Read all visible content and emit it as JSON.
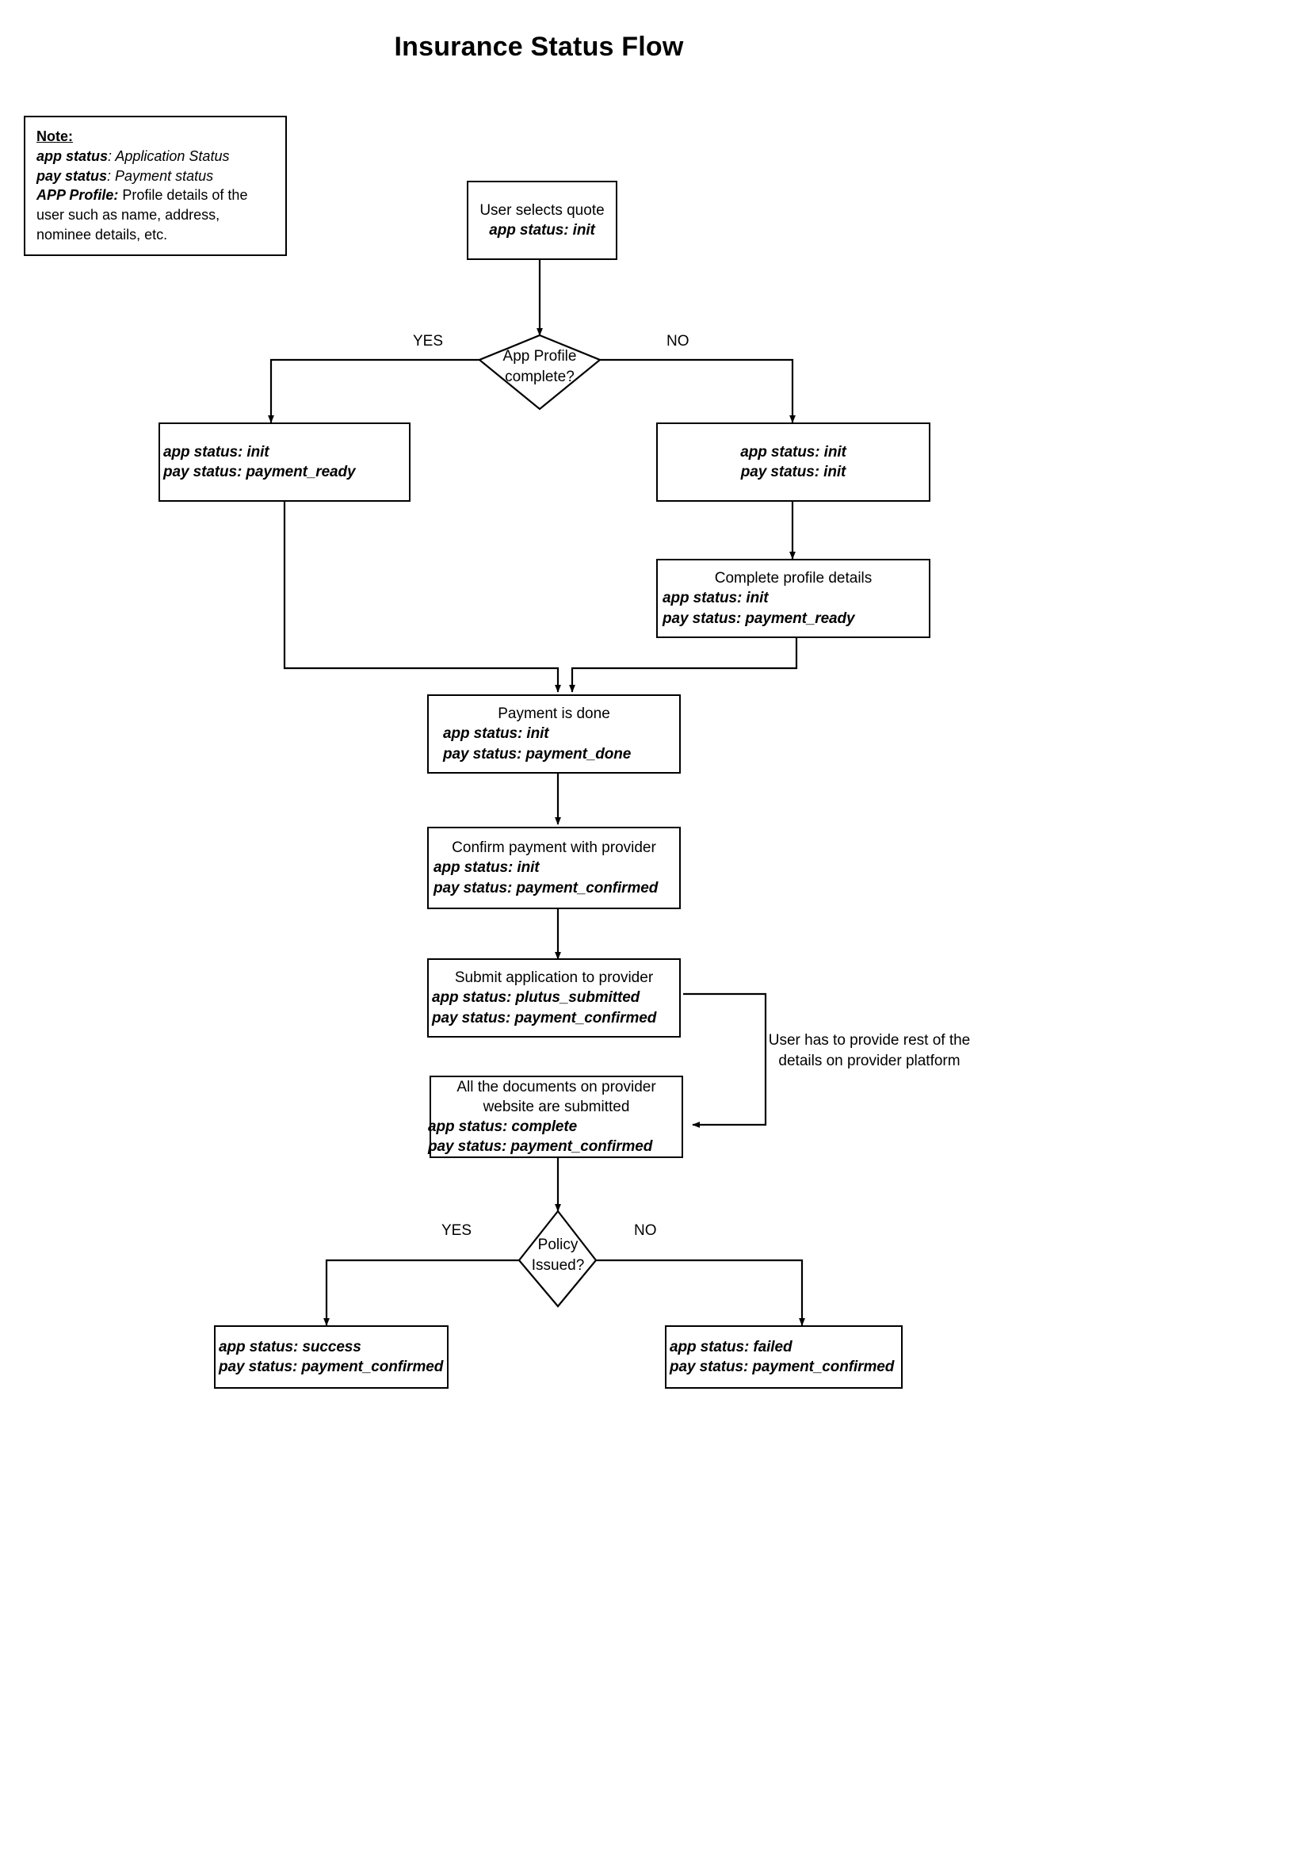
{
  "title": "Insurance Status Flow",
  "note": {
    "heading": "Note:",
    "lines": [
      {
        "term": "app status",
        "def": ": Application Status",
        "def_italic": true
      },
      {
        "term": "pay status",
        "def": ": Payment status",
        "def_italic": true
      },
      {
        "term": "APP Profile:",
        "def": " Profile details of the user such as name, address, nominee details, etc.",
        "def_italic": false
      }
    ]
  },
  "nodes": {
    "user_selects_quote": {
      "lines": [
        "User selects quote",
        "app status: init"
      ],
      "kinds": [
        "plain",
        "status"
      ]
    },
    "app_profile_complete": {
      "lines": [
        "App Profile",
        "complete?"
      ],
      "kinds": [
        "plain",
        "plain"
      ]
    },
    "yes_branch_ready": {
      "lines": [
        "app status: init",
        "pay status: payment_ready"
      ],
      "kinds": [
        "status",
        "status"
      ]
    },
    "no_branch_init": {
      "lines": [
        "app status: init",
        "pay status: init"
      ],
      "kinds": [
        "status",
        "status"
      ]
    },
    "complete_profile_details": {
      "lines": [
        "Complete profile details",
        "app status: init",
        "pay status: payment_ready"
      ],
      "kinds": [
        "plain",
        "status",
        "status"
      ]
    },
    "payment_is_done": {
      "lines": [
        "Payment is done",
        "app status: init",
        "pay status: payment_done"
      ],
      "kinds": [
        "plain",
        "status",
        "status"
      ]
    },
    "confirm_payment": {
      "lines": [
        "Confirm payment with provider",
        "app status: init",
        "pay status: payment_confirmed"
      ],
      "kinds": [
        "plain",
        "status",
        "status"
      ]
    },
    "submit_application": {
      "lines": [
        "Submit application to provider",
        "app status: plutus_submitted",
        "pay status: payment_confirmed"
      ],
      "kinds": [
        "plain",
        "status",
        "status"
      ]
    },
    "documents_submitted": {
      "lines": [
        "All the documents on provider",
        "website are submitted",
        "app status: complete",
        "pay status: payment_confirmed"
      ],
      "kinds": [
        "plain",
        "plain",
        "status",
        "status"
      ]
    },
    "policy_issued": {
      "lines": [
        "Policy",
        "Issued?"
      ],
      "kinds": [
        "plain",
        "plain"
      ]
    },
    "outcome_success": {
      "lines": [
        "app status: success",
        "pay status: payment_confirmed"
      ],
      "kinds": [
        "status",
        "status"
      ]
    },
    "outcome_failed": {
      "lines": [
        "app status: failed",
        "pay status: payment_confirmed"
      ],
      "kinds": [
        "status",
        "status"
      ]
    }
  },
  "labels": {
    "yes_top": "YES",
    "no_top": "NO",
    "yes_bottom": "YES",
    "no_bottom": "NO",
    "provider_note_line1": "User has to provide rest of the",
    "provider_note_line2": "details on provider platform"
  },
  "colors": {
    "stroke": "#000000",
    "fill": "#ffffff",
    "text": "#000000"
  }
}
